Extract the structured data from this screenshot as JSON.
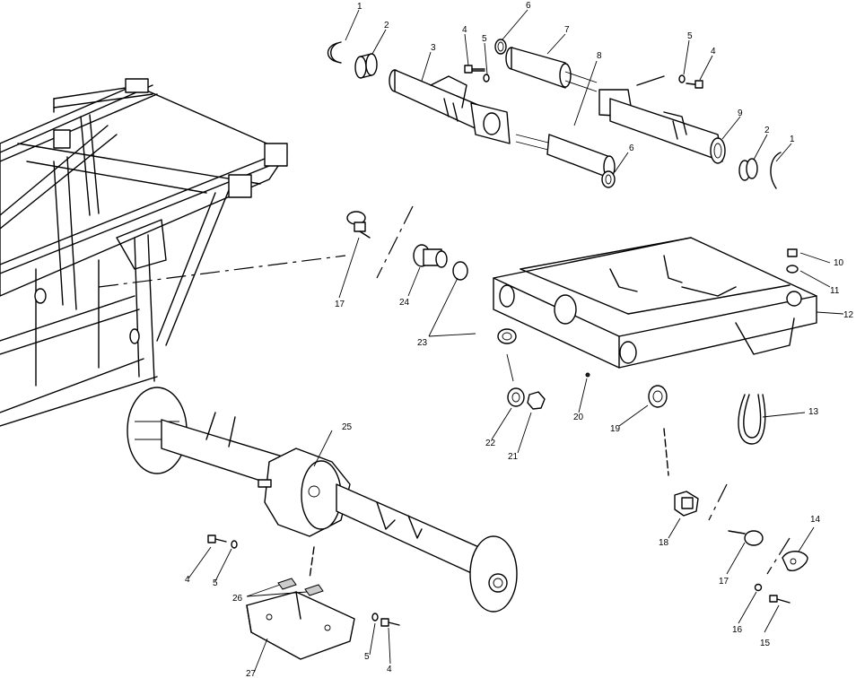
{
  "callouts": {
    "c1a": "1",
    "c2a": "2",
    "c3": "3",
    "c4a": "4",
    "c5a": "5",
    "c6a": "6",
    "c7": "7",
    "c8": "8",
    "c5b": "5",
    "c4b": "4",
    "c9": "9",
    "c2b": "2",
    "c1b": "1",
    "c6b": "6",
    "c10": "10",
    "c11": "11",
    "c12": "12",
    "c13": "13",
    "c14": "14",
    "c15": "15",
    "c16": "16",
    "c17a": "17",
    "c17b": "17",
    "c18": "18",
    "c19": "19",
    "c20": "20",
    "c21": "21",
    "c22": "22",
    "c23": "23",
    "c24": "24",
    "c25": "25",
    "c26": "26",
    "c27": "27",
    "c4c": "4",
    "c5c": "5",
    "c5d": "5",
    "c4d": "4"
  }
}
